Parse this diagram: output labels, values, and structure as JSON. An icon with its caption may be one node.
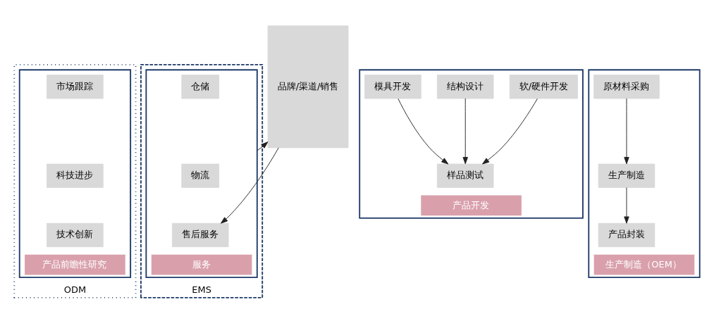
{
  "diagram": {
    "nodes": [
      {
        "text": [
          "ODM"
        ]
      },
      {
        "text": [
          "EMS"
        ]
      },
      {
        "text": [
          "产品前瞻性研究"
        ],
        "in": 0
      },
      {
        "text": [
          "市场跟踪"
        ],
        "in": 2
      },
      {
        "text": [
          "科技进步"
        ],
        "in": 2
      },
      {
        "text": [
          "技术创新"
        ],
        "in": 2
      },
      {
        "text": [
          "产品开发"
        ]
      },
      {
        "text": [
          "软/硬件开发"
        ],
        "in": 6
      },
      {
        "text": [
          "结构设计"
        ],
        "in": 6
      },
      {
        "text": [
          "模具开发"
        ],
        "in": 6
      },
      {
        "text": [
          "样品测试"
        ],
        "in": 6
      },
      {
        "text": [
          "生产制造（OEM）"
        ]
      },
      {
        "text": [
          "原材料采购"
        ],
        "in": 11
      },
      {
        "text": [
          "生产制造"
        ],
        "in": 11
      },
      {
        "text": [
          "产品封装"
        ],
        "in": 11
      },
      {
        "text": [
          "服务"
        ],
        "in": 1
      },
      {
        "text": [
          "仓储"
        ],
        "in": 15
      },
      {
        "text": [
          "物流"
        ],
        "in": 15
      },
      {
        "text": [
          "售后服务"
        ],
        "in": 15
      },
      {
        "text": [
          "品牌/渠道/销售"
        ]
      }
    ],
    "edges": [
      {
        "from": 7,
        "to": 10,
        "arrow": "to"
      },
      {
        "from": 8,
        "to": 10,
        "arrow": "to"
      },
      {
        "from": 9,
        "to": 10,
        "arrow": "to"
      },
      {
        "from": 12,
        "to": 13,
        "arrow": "to"
      },
      {
        "from": 13,
        "to": 14,
        "arrow": "to"
      },
      {
        "from": 15,
        "to": 19,
        "arrow": "to"
      },
      {
        "from": 19,
        "to": 18,
        "arrow": "to"
      }
    ]
  }
}
